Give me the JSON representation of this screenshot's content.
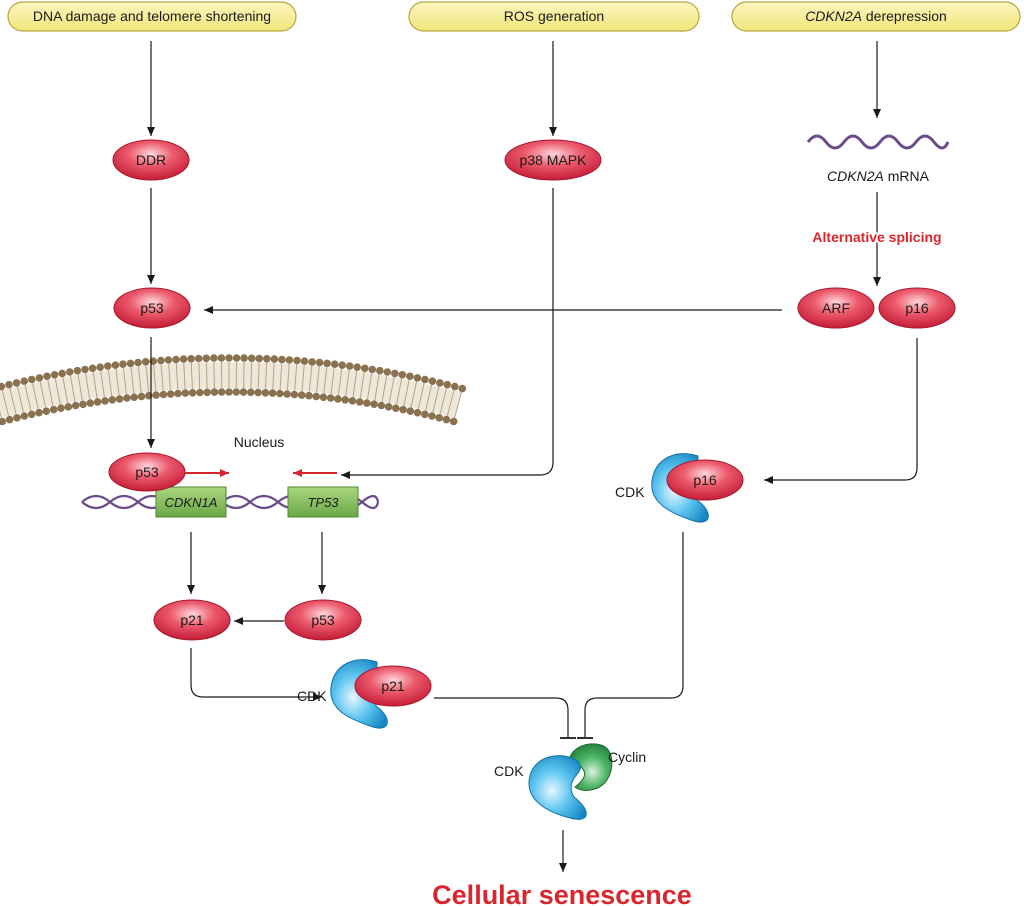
{
  "stimuli": {
    "dna_damage": "DNA damage and telomere shortening",
    "ros": "ROS generation",
    "cdkn2a_gene": "CDKN2A",
    "cdkn2a_suffix": " derepression"
  },
  "nodes": {
    "ddr": "DDR",
    "p38": "p38 MAPK",
    "mrna_gene": "CDKN2A",
    "mrna_suffix": " mRNA",
    "alt_splicing": "Alternative splicing",
    "p53_top": "p53",
    "arf": "ARF",
    "p16_top": "p16",
    "nucleus": "Nucleus",
    "p53_nuclear": "p53",
    "cdkn1a": "CDKN1A",
    "tp53": "TP53",
    "cdk_p16_label": "CDK",
    "p16_bound": "p16",
    "p21": "p21",
    "p53_lower": "p53",
    "cdk_p21_label": "CDK",
    "p21_bound": "p21",
    "cdk_cyclin_label": "CDK",
    "cyclin_label": "Cyclin"
  },
  "outcome": "Cellular senescence",
  "colors": {
    "pill_fill": "#f6ef9a",
    "pill_stroke": "#b4a640",
    "protein_red": "#d8283f",
    "gene_green": "#86c05a",
    "cdk_blue": "#2aa7dd",
    "cyclin_green": "#2e9a4a",
    "dna_purple": "#6b4b8a",
    "membrane_brown": "#8a7250",
    "accent_red": "#d9262c"
  }
}
